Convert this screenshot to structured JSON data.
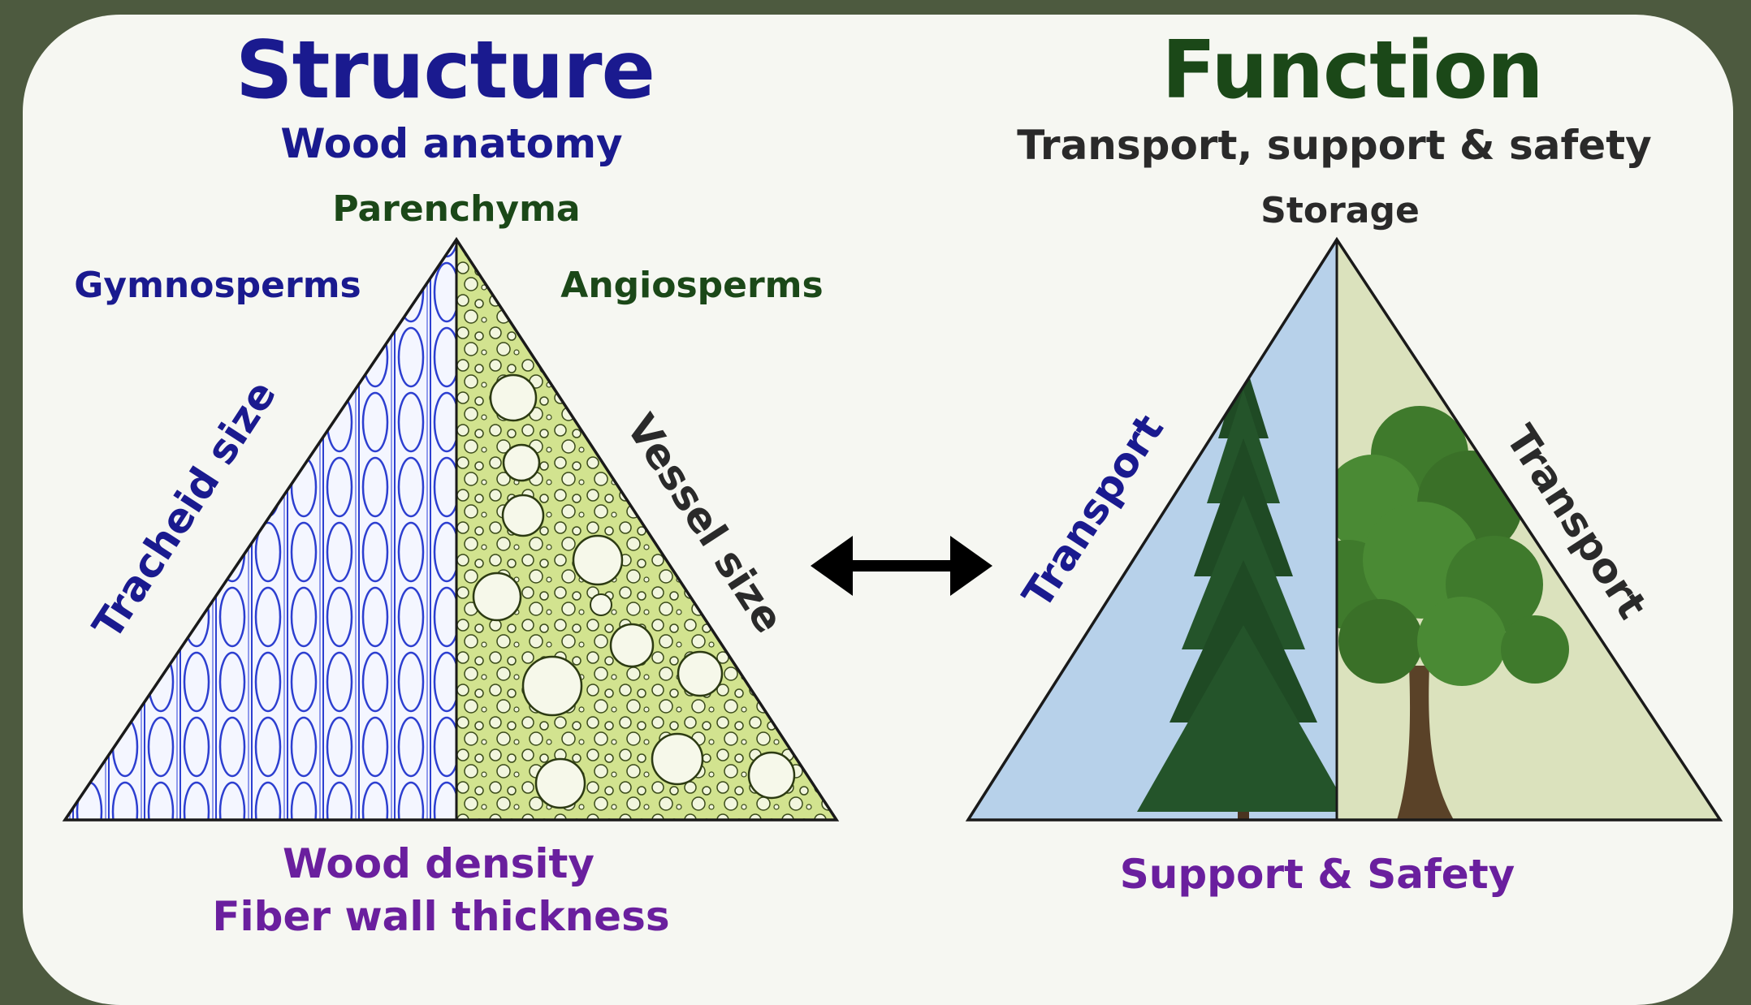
{
  "structure": {
    "title": "Structure",
    "subtitle": "Wood anatomy",
    "top_label": "Parenchyma",
    "left_group": "Gymnosperms",
    "right_group": "Angiosperms",
    "left_side": "Tracheid size",
    "right_side": "Vessel size",
    "bottom_line1": "Wood density",
    "bottom_line2": "Fiber wall thickness"
  },
  "function": {
    "title": "Function",
    "subtitle": "Transport, support & safety",
    "top_label": "Storage",
    "left_side": "Transport",
    "right_side": "Transport",
    "bottom": "Support & Safety"
  },
  "colors": {
    "background": "#4d5a3f",
    "panel": "#f6f7f2",
    "blue_text": "#1a1a8f",
    "green_text": "#1b4818",
    "purple_text": "#6a1f9e",
    "tracheid_lines": "#2d3fd0",
    "vessel_fill": "#cfe08a",
    "sky": "#b7d1ea",
    "meadow": "#dbe2bd"
  },
  "icons": [
    "double-headed-arrow-icon",
    "conifer-tree-icon",
    "deciduous-tree-icon"
  ]
}
